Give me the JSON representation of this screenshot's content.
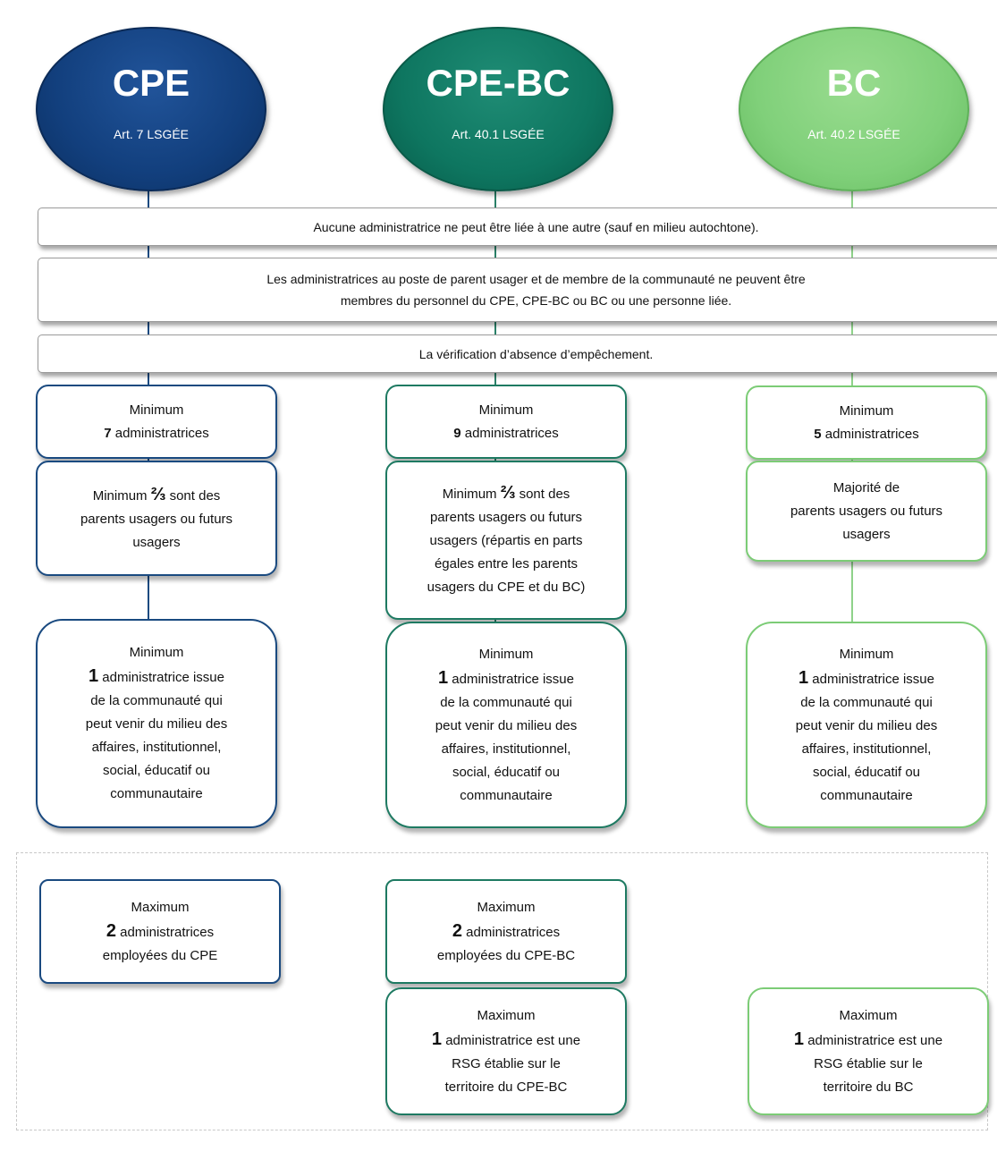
{
  "headers": {
    "cpe": {
      "name": "CPE",
      "article": "Art. 7 LSGÉE"
    },
    "cpebc": {
      "name": "CPE-BC",
      "article": "Art. 40.1 LSGÉE"
    },
    "bc": {
      "name": "BC",
      "article": "Art. 40.2 LSGÉE"
    }
  },
  "banners": {
    "b1": "Aucune administratrice ne peut être liée à une autre (sauf en milieu autochtone).",
    "b2_line1": "Les administratrices au poste de parent usager et de membre de la communauté ne peuvent être",
    "b2_line2": "membres du personnel du CPE, CPE-BC ou BC ou une personne liée.",
    "b3": "La vérification d’absence d’empêchement."
  },
  "cpe": {
    "min_label": "Minimum",
    "min_num": "7",
    "min_text": "administratrices",
    "parents_frac": "⅔",
    "parents_line1": "Minimum",
    "parents_line1b": "sont des",
    "parents_line2": "parents usagers ou futurs",
    "parents_line3": "usagers",
    "comm_label": "Minimum",
    "comm_num": "1",
    "comm_line1": "administratrice issue",
    "comm_line2": "de la communauté qui",
    "comm_line3": "peut venir du milieu des",
    "comm_line4": "affaires, institutionnel,",
    "comm_line5": "social, éducatif ou",
    "comm_line6": "communautaire",
    "max_label": "Maximum",
    "max_num": "2",
    "max_text": "administratrices",
    "max_line2": "employées du CPE"
  },
  "cpebc": {
    "min_label": "Minimum",
    "min_num": "9",
    "min_text": "administratrices",
    "parents_frac": "⅔",
    "parents_line1": "Minimum",
    "parents_line1b": "sont des",
    "parents_line2": "parents usagers ou futurs",
    "parents_line3": "usagers (répartis en parts",
    "parents_line4": "égales entre les parents",
    "parents_line5": "usagers du CPE et du BC)",
    "comm_label": "Minimum",
    "comm_num": "1",
    "comm_line1": "administratrice issue",
    "comm_line2": "de la communauté qui",
    "comm_line3": "peut venir du milieu des",
    "comm_line4": "affaires, institutionnel,",
    "comm_line5": "social, éducatif ou",
    "comm_line6": "communautaire",
    "max_label": "Maximum",
    "max_num": "2",
    "max_text": "administratrices",
    "max_line2": "employées du CPE-BC",
    "rsg_label": "Maximum",
    "rsg_num": "1",
    "rsg_line1": "administratrice est une",
    "rsg_line2": "RSG établie sur le",
    "rsg_line3": "territoire du CPE-BC"
  },
  "bc": {
    "min_label": "Minimum",
    "min_num": "5",
    "min_text": "administratrices",
    "parents_line1": "Majorité de",
    "parents_line2": "parents usagers ou futurs",
    "parents_line3": "usagers",
    "comm_label": "Minimum",
    "comm_num": "1",
    "comm_line1": "administratrice issue",
    "comm_line2": "de la communauté qui",
    "comm_line3": "peut venir du milieu des",
    "comm_line4": "affaires, institutionnel,",
    "comm_line5": "social, éducatif ou",
    "comm_line6": "communautaire",
    "rsg_label": "Maximum",
    "rsg_num": "1",
    "rsg_line1": "administratrice est une",
    "rsg_line2": "RSG établie sur le",
    "rsg_line3": "territoire du BC"
  },
  "colors": {
    "cpe": "#123f7d",
    "cpebc": "#0e7660",
    "bc": "#80d07a"
  }
}
